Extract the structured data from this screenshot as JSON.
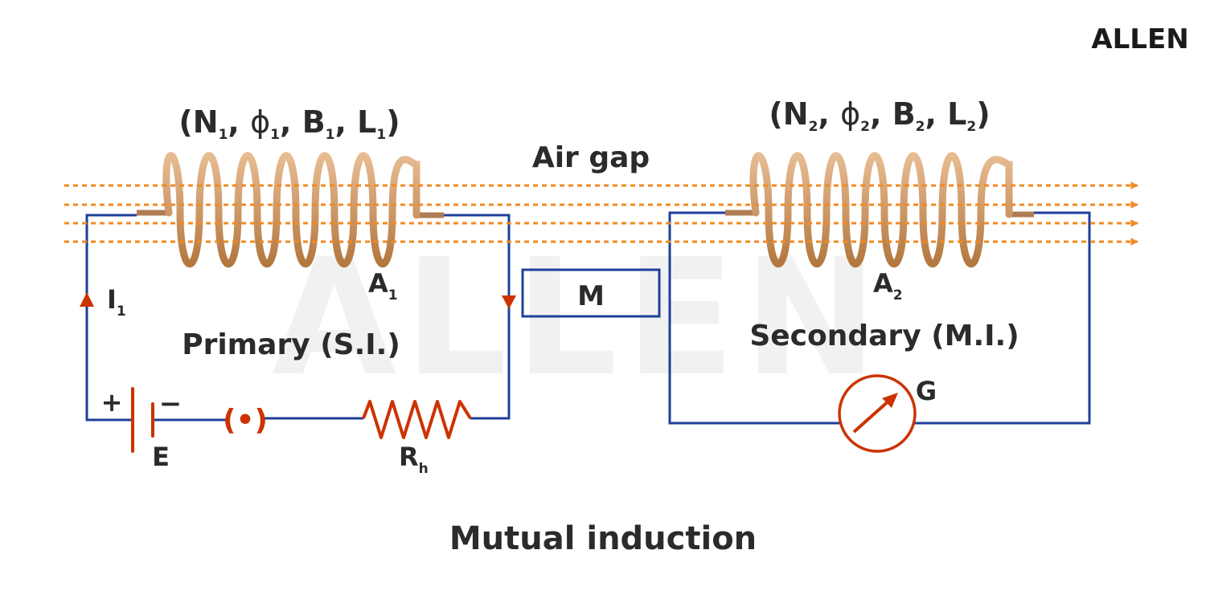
{
  "brand": "ALLEN",
  "watermark": "ALLEN",
  "title": "Mutual induction",
  "air_gap_label": "Air gap",
  "primary": {
    "params": {
      "N": "N",
      "phi": "ϕ",
      "B": "B",
      "L": "L",
      "sub": "1"
    },
    "area": {
      "main": "A",
      "sub": "1"
    },
    "current": {
      "main": "I",
      "sub": "1"
    },
    "label": "Primary (S.I.)",
    "battery": {
      "plus": "+",
      "minus": "−",
      "label": "E"
    },
    "rheostat": {
      "main": "R",
      "sub": "h"
    },
    "key_symbol": "(•)"
  },
  "secondary": {
    "params": {
      "N": "N",
      "phi": "ϕ",
      "B": "B",
      "L": "L",
      "sub": "2"
    },
    "area": {
      "main": "A",
      "sub": "2"
    },
    "label": "Secondary (M.I.)",
    "galvanometer": "G"
  },
  "mutual_box": "M",
  "colors": {
    "wire": "#1f3f99",
    "flux": "#f08a24",
    "coil_light": "#e3b489",
    "coil_dark": "#b87c4c",
    "component": "#cc3300",
    "text": "#2b2b2b"
  }
}
